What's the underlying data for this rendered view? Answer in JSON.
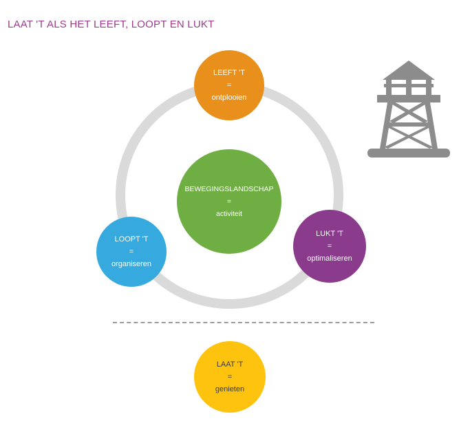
{
  "header": {
    "title": "LAAT 'T ALS HET LEEFT, LOOPT EN LUKT"
  },
  "colors": {
    "title": "#9c3a8c",
    "ring": "#dadada",
    "top": "#e8901b",
    "left": "#36a9df",
    "right": "#8a3b8c",
    "center": "#6fae43",
    "bottom": "#fdc30f",
    "divider": "#9a9a9a",
    "tower": "#8c8c8c"
  },
  "icons": {
    "tower": "watchtower-icon"
  },
  "nodes": {
    "top": {
      "title": "LEEFT 'T",
      "eq": "=",
      "subtitle": "ontplooien"
    },
    "left": {
      "title": "LOOPT 'T",
      "eq": "=",
      "subtitle": "organiseren"
    },
    "right": {
      "title": "LUKT 'T",
      "eq": "=",
      "subtitle": "optimaliseren"
    },
    "center": {
      "title": "BEWEGINGSLANDSCHAP",
      "eq": "=",
      "subtitle": "activiteit"
    },
    "bottom": {
      "title": "LAAT 'T",
      "eq": "=",
      "subtitle": "genieten"
    }
  }
}
